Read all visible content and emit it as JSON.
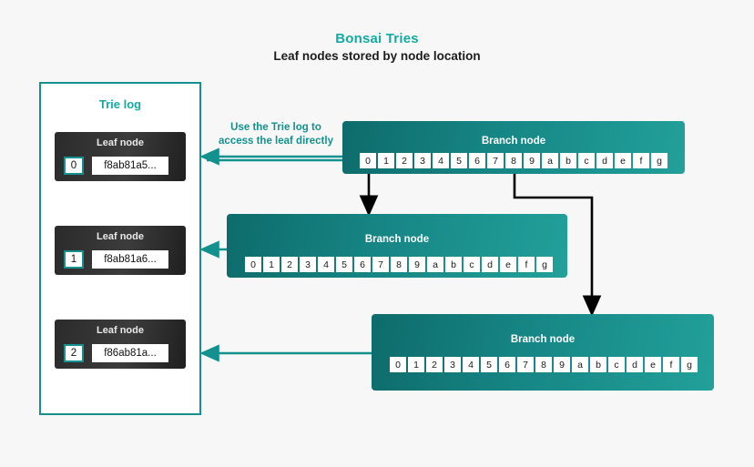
{
  "heading": {
    "title": "Bonsai Tries",
    "subtitle": "Leaf nodes stored by node location"
  },
  "colors": {
    "teal_accent": "#14aaa4",
    "teal_border": "#14918f",
    "branch_dark": "#0e6b6b",
    "branch_light": "#22a09a",
    "card_dark": "#2b2b2b",
    "background": "#f7f7f7",
    "connector_black": "#000000"
  },
  "trie_log": {
    "title": "Trie log",
    "leaf_label": "Leaf node",
    "leaves": [
      {
        "index": "0",
        "hash": "f8ab81a5..."
      },
      {
        "index": "1",
        "hash": "f8ab81a6..."
      },
      {
        "index": "2",
        "hash": "f86ab81a..."
      }
    ]
  },
  "annotation": {
    "line1": "Use the Trie log to",
    "line2": "access the leaf directly"
  },
  "branch_nodes": [
    {
      "label": "Branch node",
      "nibbles": [
        "0",
        "1",
        "2",
        "3",
        "4",
        "5",
        "6",
        "7",
        "8",
        "9",
        "a",
        "b",
        "c",
        "d",
        "e",
        "f",
        "g"
      ]
    },
    {
      "label": "Branch node",
      "nibbles": [
        "0",
        "1",
        "2",
        "3",
        "4",
        "5",
        "6",
        "7",
        "8",
        "9",
        "a",
        "b",
        "c",
        "d",
        "e",
        "f",
        "g"
      ]
    },
    {
      "label": "Branch node",
      "nibbles": [
        "0",
        "1",
        "2",
        "3",
        "4",
        "5",
        "6",
        "7",
        "8",
        "9",
        "a",
        "b",
        "c",
        "d",
        "e",
        "f",
        "g"
      ]
    }
  ]
}
